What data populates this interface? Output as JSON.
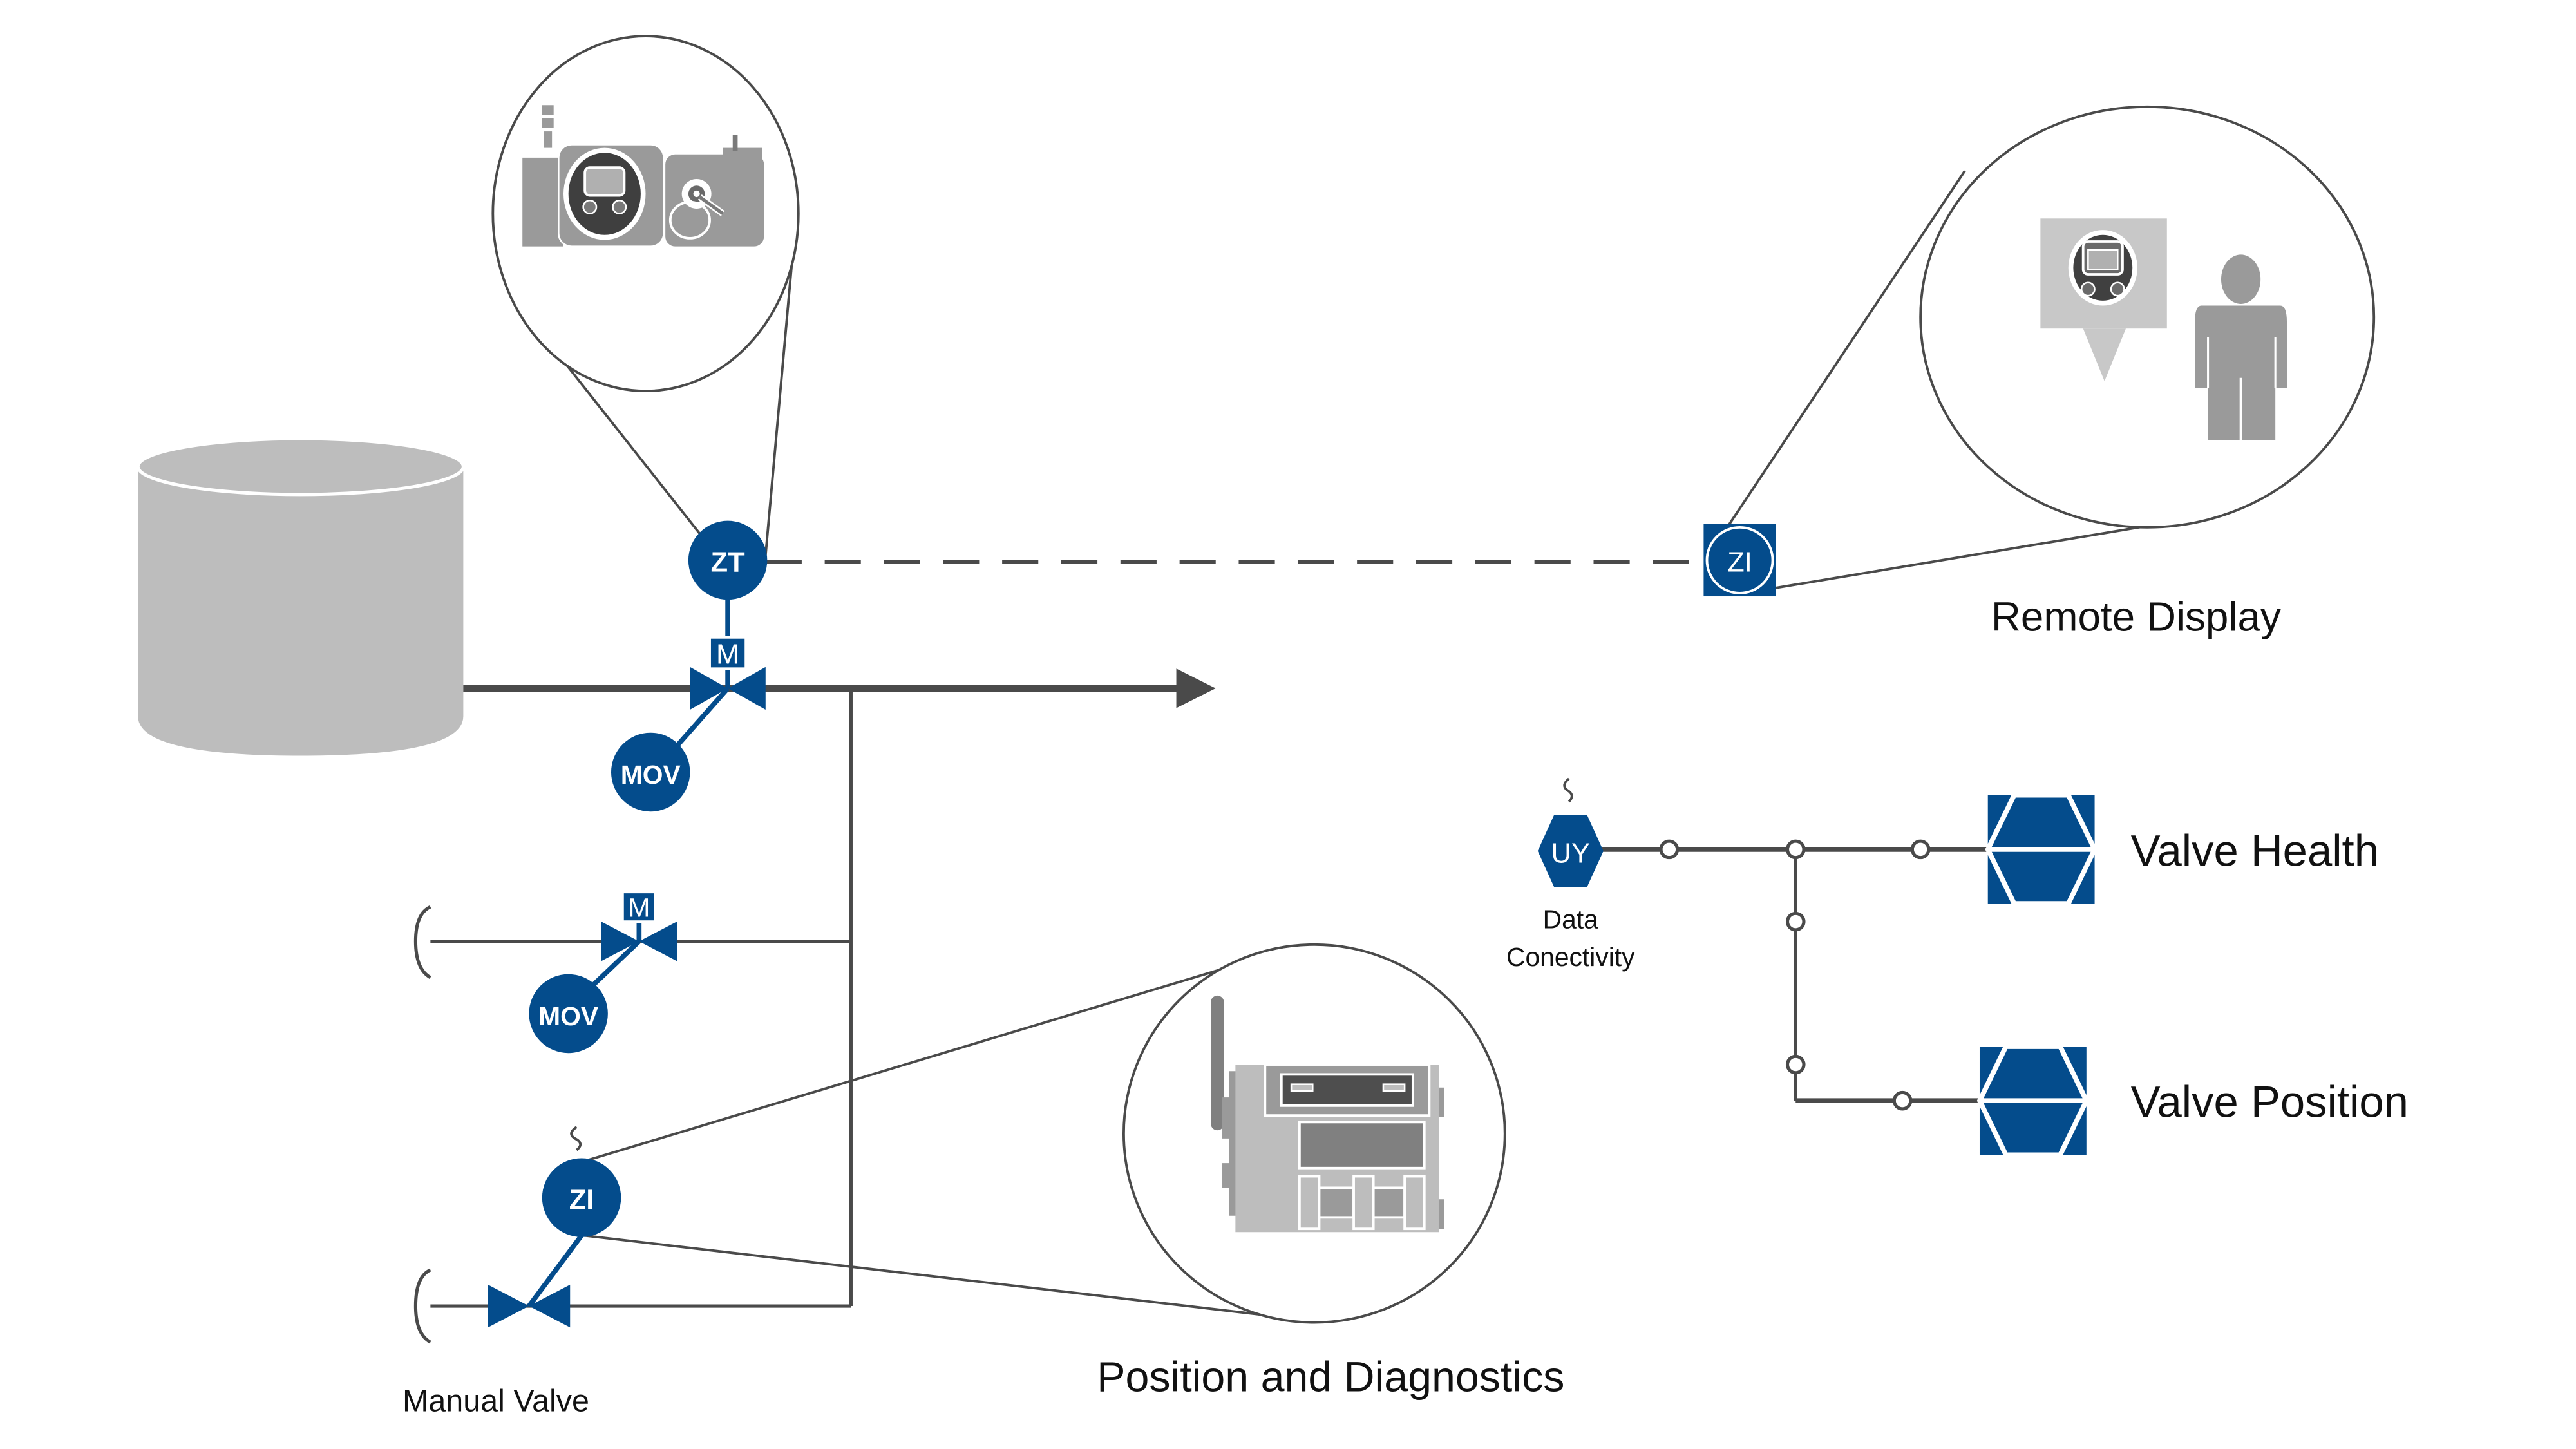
{
  "diagram": {
    "title": "Valve position monitoring P&ID",
    "colors": {
      "instrument_blue": "#044c8c",
      "line_gray": "#4a4a4a",
      "tank_gray": "#bdbdbd",
      "device_gray": "#9a9a9a",
      "background": "#ffffff"
    },
    "instruments": {
      "zt_main": "ZT",
      "mov_main": "MOV",
      "motor_main": "M",
      "mov_branch": "MOV",
      "motor_branch": "M",
      "zi_manual": "ZI",
      "zi_remote": "ZI",
      "uy_gateway": "UY"
    },
    "labels": {
      "remote_display": "Remote Display",
      "data_connectivity_line1": "Data",
      "data_connectivity_line2": "Conectivity",
      "valve_health": "Valve Health",
      "valve_position": "Valve Position",
      "position_and_diagnostics": "Position and Diagnostics",
      "manual_valve": "Manual Valve"
    },
    "icons": {
      "tank": "storage-tank-icon",
      "actuator_callout": "actuator-transmitter-icon",
      "remote_display_callout": "remote-display-icon",
      "person": "person-icon",
      "wireless_gateway": "wireless-gateway-icon",
      "valve_health_node": "hexagon-node-icon",
      "valve_position_node": "hexagon-node-icon"
    }
  }
}
